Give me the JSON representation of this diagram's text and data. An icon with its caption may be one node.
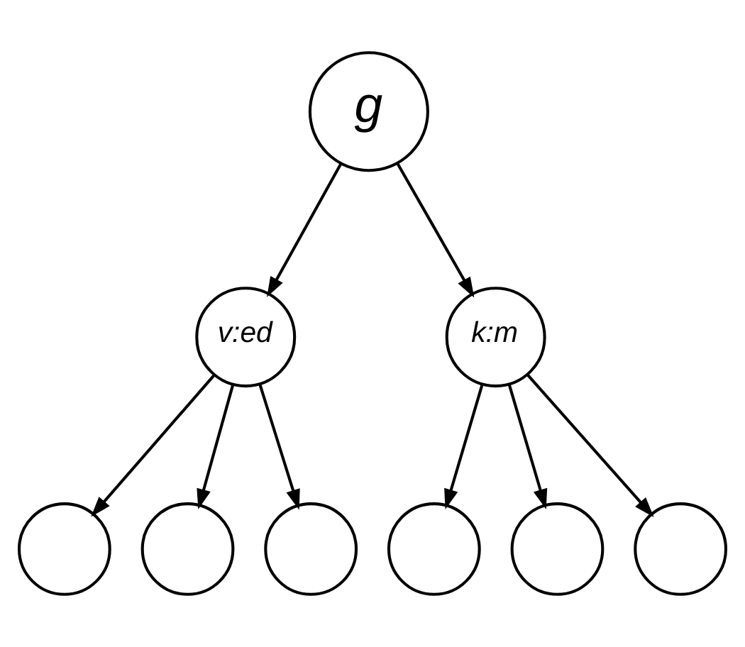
{
  "diagram": {
    "nodes": [
      {
        "text": [
          "g"
        ]
      },
      {
        "text": [
          "v:ed"
        ]
      },
      {
        "text": [
          "k:m"
        ]
      },
      {
        "text": [],
        "shape": "circle"
      },
      {
        "text": [],
        "shape": "circle"
      },
      {
        "text": [],
        "shape": "circle"
      },
      {
        "text": [],
        "shape": "circle"
      },
      {
        "text": [],
        "shape": "circle"
      },
      {
        "text": [],
        "shape": "circle"
      }
    ],
    "edges": [
      {
        "from": 0,
        "to": 1,
        "arrow": "to"
      },
      {
        "from": 0,
        "to": 2,
        "arrow": "to"
      },
      {
        "from": 1,
        "to": 3,
        "arrow": "to"
      },
      {
        "from": 1,
        "to": 4,
        "arrow": "to"
      },
      {
        "from": 1,
        "to": 5,
        "arrow": "to"
      },
      {
        "from": 2,
        "to": 6,
        "arrow": "to"
      },
      {
        "from": 2,
        "to": 7,
        "arrow": "to"
      },
      {
        "from": 2,
        "to": 8,
        "arrow": "to"
      }
    ]
  }
}
